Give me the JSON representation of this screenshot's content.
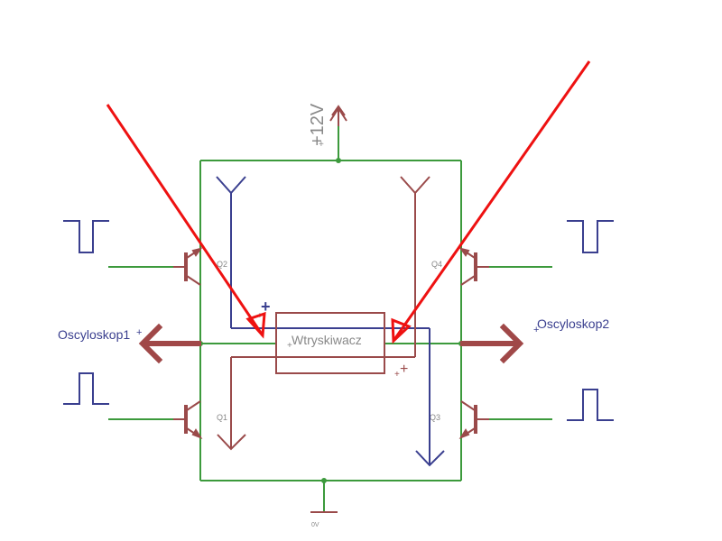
{
  "labels": {
    "supply": "+12V",
    "ground": "0V",
    "component": "Wtryskiwacz",
    "scope_left": "Oscyloskop1",
    "scope_right": "Oscyloskop2",
    "q1": "Q1",
    "q2": "Q2",
    "q3": "Q3",
    "q4": "Q4",
    "plus": "+"
  },
  "colors": {
    "wire": "#3c9a3c",
    "blue": "#3a3f8f",
    "brown": "#9a4a4a",
    "arrow": "#ee1111",
    "probe": "#a04848",
    "text_gray": "#888888"
  }
}
